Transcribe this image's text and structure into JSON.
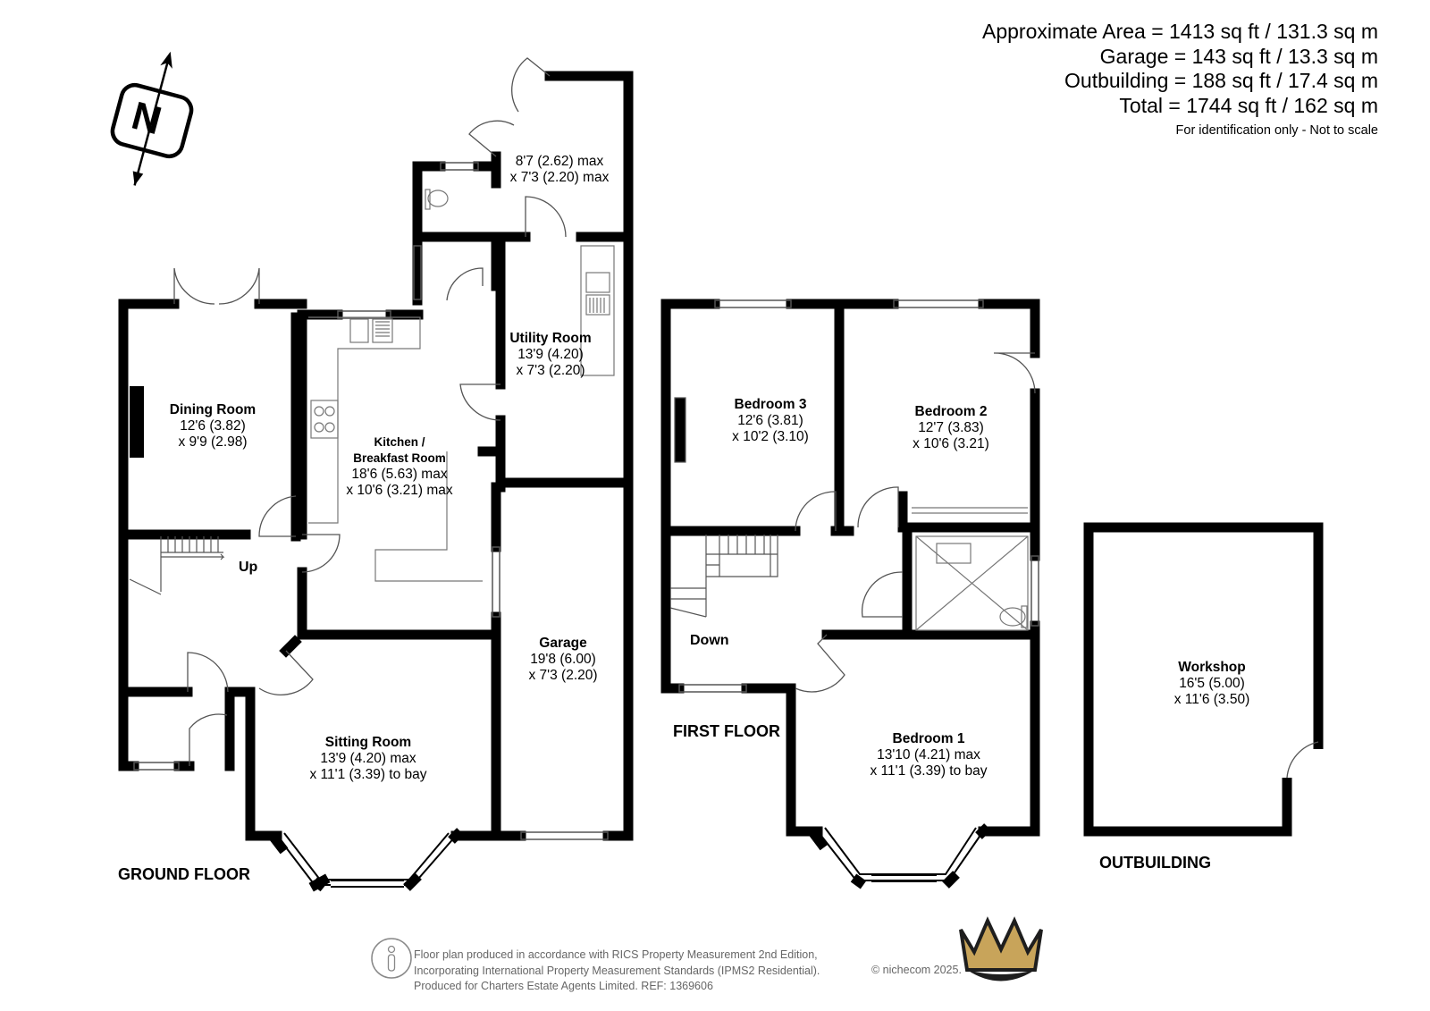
{
  "areas": {
    "approximate": "Approximate Area = 1413 sq ft / 131.3 sq m",
    "garage": "Garage  = 143 sq ft / 13.3 sq m",
    "outbuilding": "Outbuilding = 188 sq ft / 17.4 sq m",
    "total": "Total = 1744 sq ft / 162 sq m",
    "note": "For identification only - Not to scale"
  },
  "compass": {
    "label": "N",
    "icon": "north-compass-icon"
  },
  "rooms": {
    "wc_store": {
      "dim1": "8'7 (2.62) max",
      "dim2": "x 7'3 (2.20) max"
    },
    "utility": {
      "name": "Utility Room",
      "dim1": "13'9 (4.20)",
      "dim2": "x 7'3 (2.20)"
    },
    "dining": {
      "name": "Dining Room",
      "dim1": "12'6 (3.82)",
      "dim2": "x 9'9 (2.98)"
    },
    "kitchen": {
      "name1": "Kitchen /",
      "name2": "Breakfast Room",
      "dim1": "18'6 (5.63) max",
      "dim2": "x 10'6 (3.21) max"
    },
    "garage": {
      "name": "Garage",
      "dim1": "19'8 (6.00)",
      "dim2": "x 7'3 (2.20)"
    },
    "sitting": {
      "name": "Sitting Room",
      "dim1": "13'9 (4.20) max",
      "dim2": "x 11'1 (3.39) to bay"
    },
    "bedroom3": {
      "name": "Bedroom 3",
      "dim1": "12'6 (3.81)",
      "dim2": "x 10'2 (3.10)"
    },
    "bedroom2": {
      "name": "Bedroom 2",
      "dim1": "12'7 (3.83)",
      "dim2": "x 10'6 (3.21)"
    },
    "bedroom1": {
      "name": "Bedroom 1",
      "dim1": "13'10 (4.21) max",
      "dim2": "x 11'1 (3.39) to bay"
    },
    "workshop": {
      "name": "Workshop",
      "dim1": "16'5 (5.00)",
      "dim2": "x 11'6 (3.50)"
    }
  },
  "labels": {
    "up": "Up",
    "down": "Down"
  },
  "floors": {
    "ground": "GROUND FLOOR",
    "first": "FIRST FLOOR",
    "outbuilding": "OUTBUILDING"
  },
  "footer": {
    "line1": "Floor plan produced in accordance with RICS Property Measurement 2nd Edition,",
    "line2": "Incorporating International Property Measurement Standards (IPMS2 Residential).",
    "line3": "Produced for Charters Estate Agents Limited.   REF: 1369606",
    "copyright": "© nichecom 2025.",
    "logo": "charters-crown-logo"
  },
  "colors": {
    "wall": "#000000",
    "fitting": "#777777",
    "crown_gold": "#c8a45a",
    "crown_dark": "#1e1e1e"
  }
}
